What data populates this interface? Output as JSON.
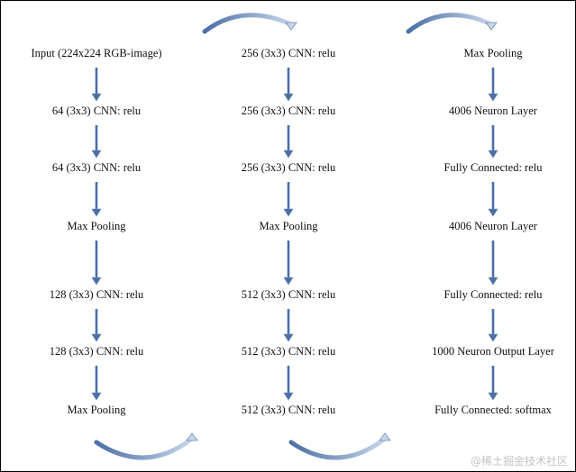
{
  "colors": {
    "arrow": "#4a6fa5",
    "arrow_stroke": "#6f8ab5",
    "curve_light": "#c9d6ea",
    "text": "#111111"
  },
  "columns": [
    {
      "layers": [
        "Input (224x224 RGB-image)",
        "64 (3x3) CNN: relu",
        "64 (3x3) CNN: relu",
        "Max Pooling",
        "128 (3x3) CNN: relu",
        "128 (3x3) CNN: relu",
        "Max Pooling"
      ]
    },
    {
      "layers": [
        "256 (3x3) CNN: relu",
        "256 (3x3) CNN: relu",
        "256 (3x3) CNN: relu",
        "Max Pooling",
        "512 (3x3) CNN: relu",
        "512 (3x3) CNN: relu",
        "512 (3x3) CNN: relu"
      ]
    },
    {
      "layers": [
        "Max Pooling",
        "4006 Neuron Layer",
        "Fully Connected: relu",
        "4006 Neuron Layer",
        "Fully Connected: relu",
        "1000 Neuron Output Layer",
        "Fully Connected: softmax"
      ]
    }
  ],
  "watermark": "@稀土掘金技术社区"
}
